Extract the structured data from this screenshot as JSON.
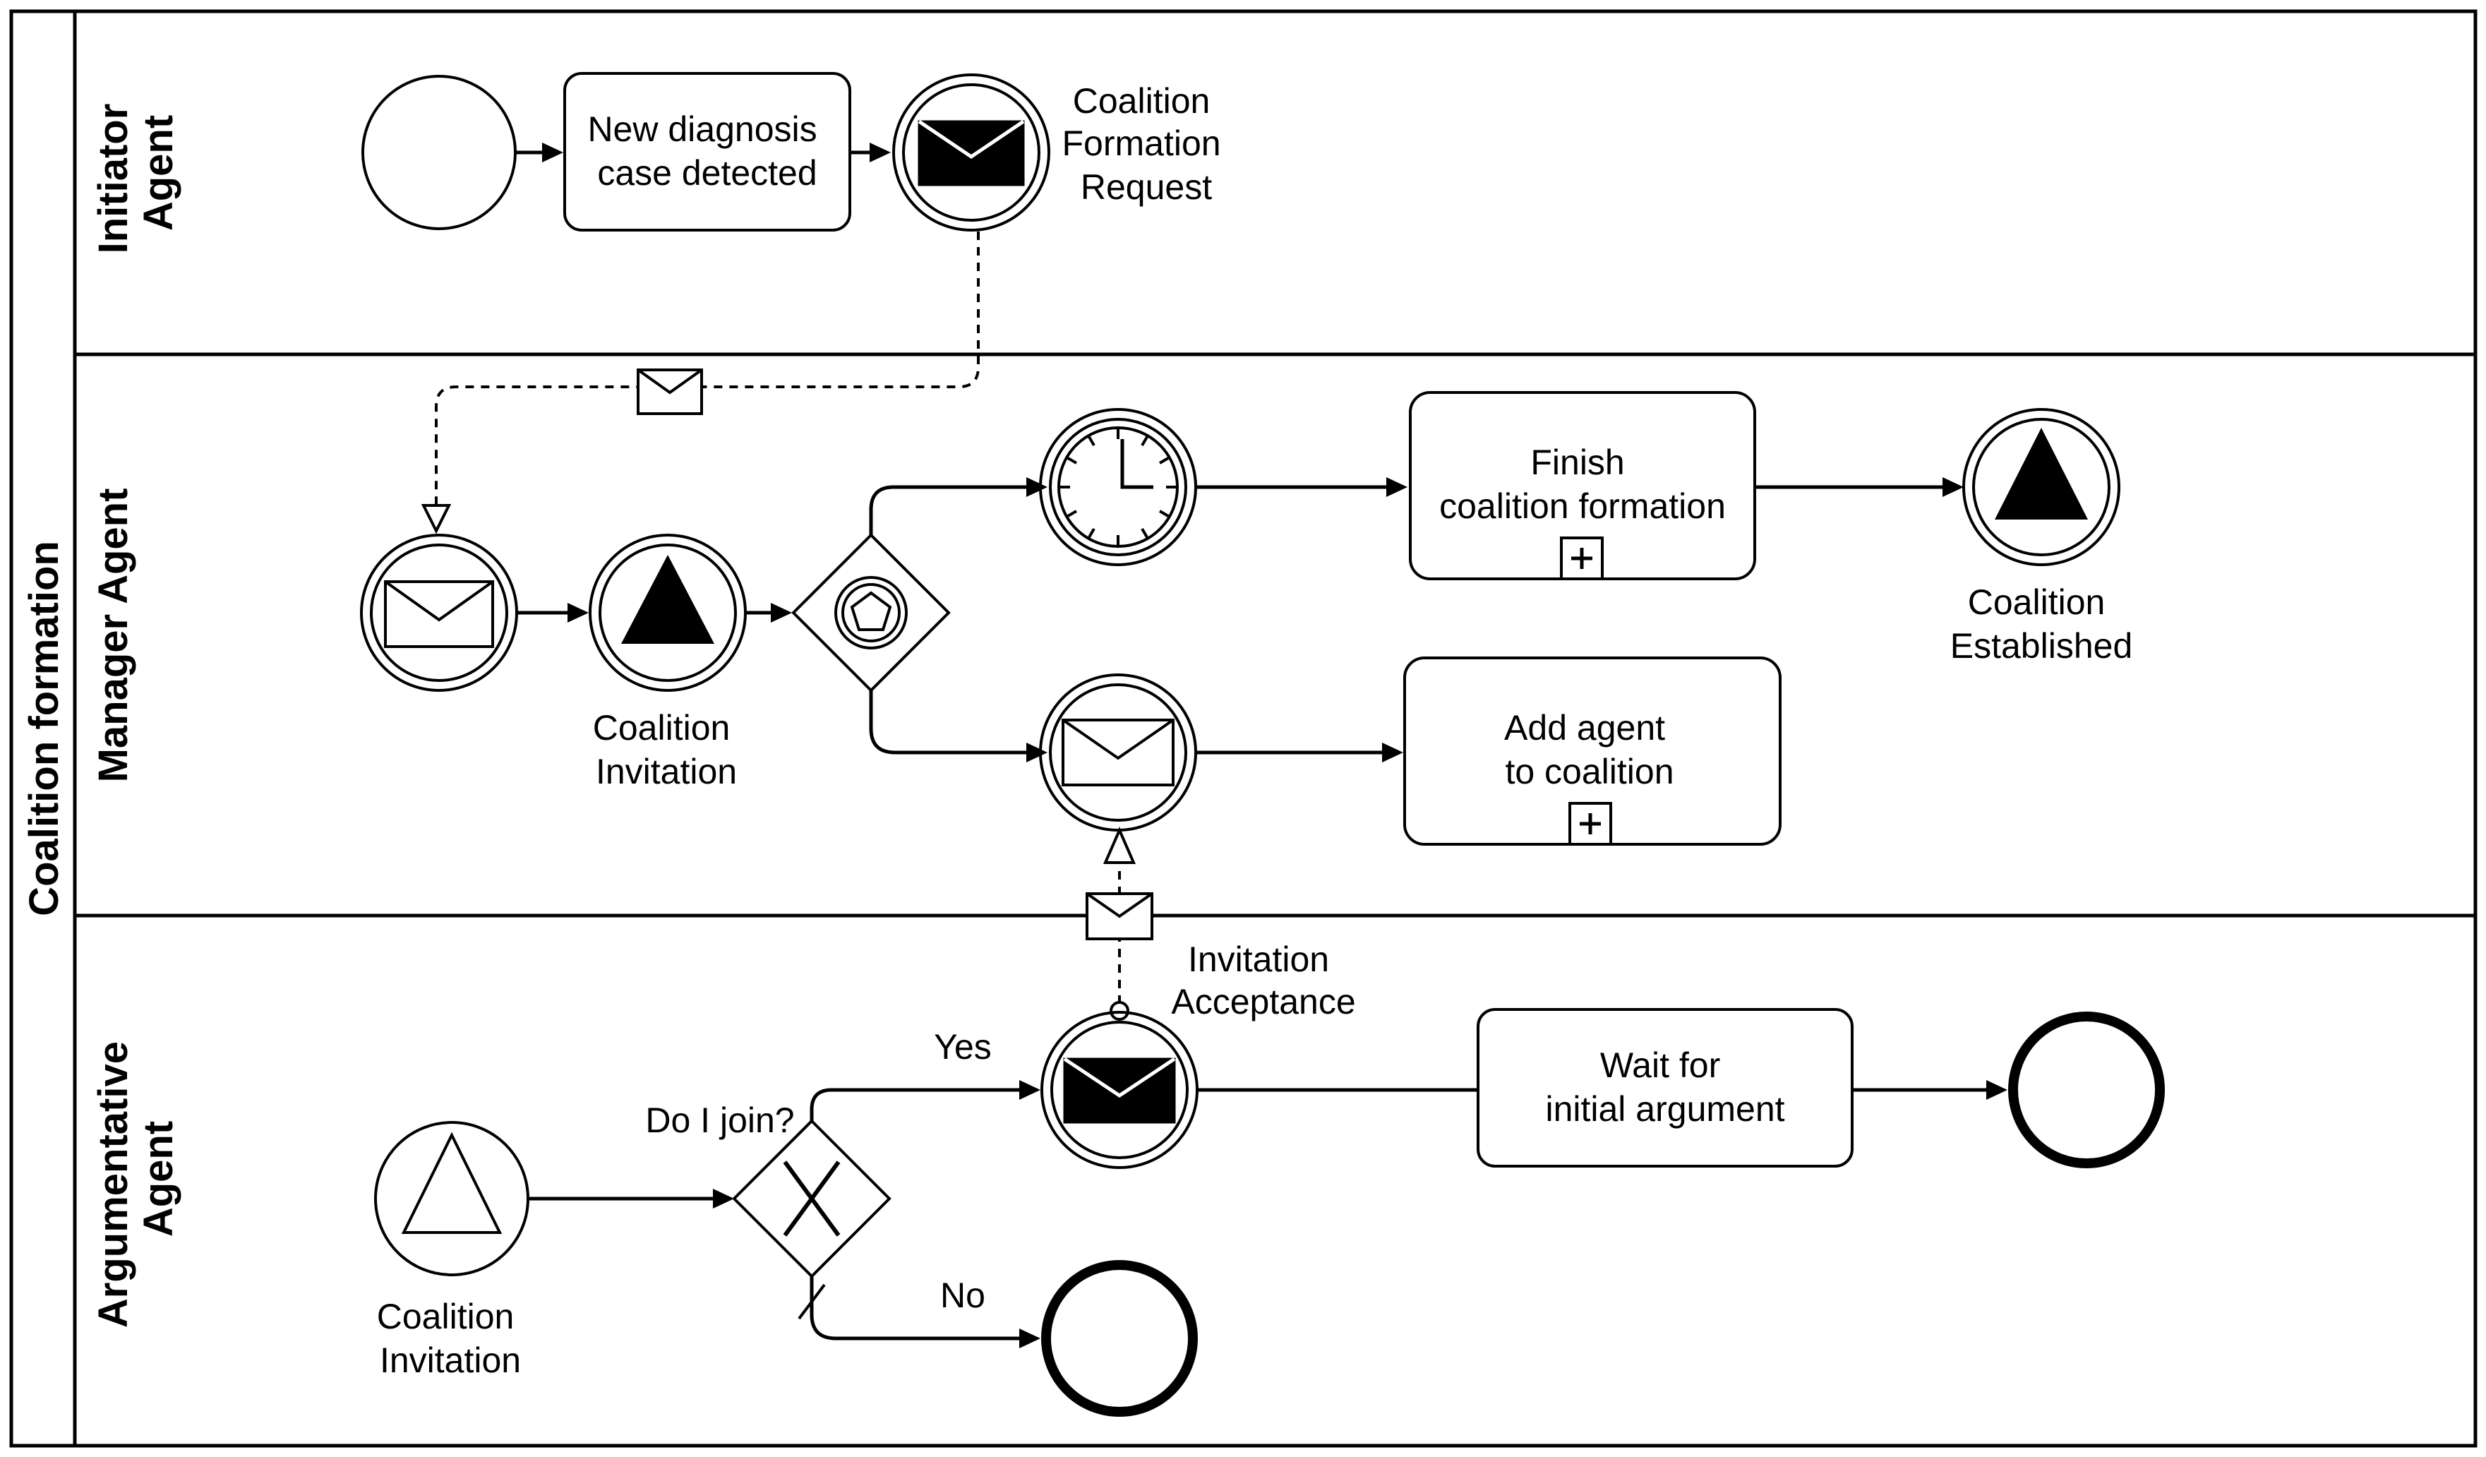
{
  "pool": {
    "label": "Coalition formation"
  },
  "lanes": [
    {
      "id": "initiator",
      "label_lines": [
        "Initiator",
        "Agent"
      ]
    },
    {
      "id": "manager",
      "label_lines": [
        "Manager Agent"
      ]
    },
    {
      "id": "argumentative",
      "label_lines": [
        "Argumentative",
        "Agent"
      ]
    }
  ],
  "tasks": {
    "new_diagnosis": [
      "New diagnosis",
      "case detected"
    ],
    "finish_coalition": [
      "Finish",
      "coalition formation"
    ],
    "add_agent": [
      "Add agent",
      "to coalition"
    ],
    "wait_argument": [
      "Wait for",
      "initial argument"
    ]
  },
  "labels": {
    "coalition_formation_request": [
      "Coalition",
      "Formation",
      "Request"
    ],
    "coalition_invitation_manager": [
      "Coalition",
      "Invitation"
    ],
    "coalition_established": [
      "Coalition",
      "Established"
    ],
    "invitation_acceptance": [
      "Invitation",
      "Acceptance"
    ],
    "coalition_invitation_arg": [
      "Coalition",
      "Invitation"
    ],
    "do_i_join": "Do I join?",
    "yes": "Yes",
    "no": "No"
  },
  "colors": {
    "stroke": "#000000",
    "background": "#ffffff"
  }
}
